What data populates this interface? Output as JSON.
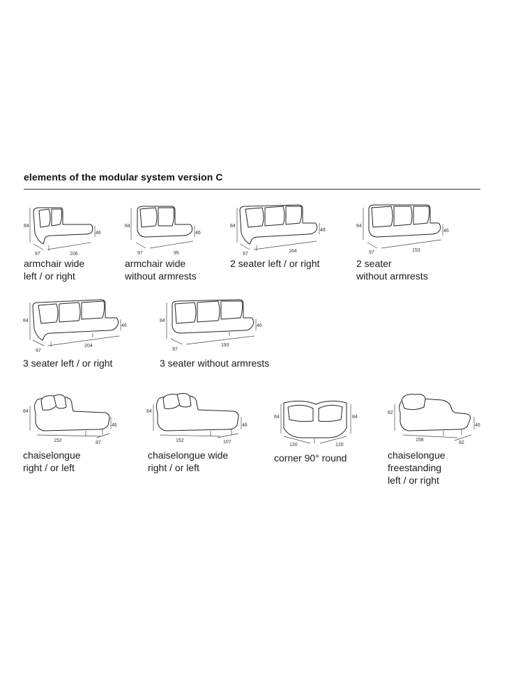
{
  "section_title": "elements of the modular system version C",
  "items": [
    {
      "caption": [
        "armchair wide",
        "left / or right"
      ],
      "dims": {
        "h": "84",
        "seat": "46",
        "depth": "97",
        "width": "106"
      }
    },
    {
      "caption": [
        "armchair wide",
        "without armrests"
      ],
      "dims": {
        "h": "84",
        "seat": "46",
        "depth": "97",
        "width": "95"
      }
    },
    {
      "caption": [
        "2 seater left / or right"
      ],
      "dims": {
        "h": "84",
        "seat": "46",
        "depth": "97",
        "width": "164"
      }
    },
    {
      "caption": [
        "2 seater",
        "without armrests"
      ],
      "dims": {
        "h": "84",
        "seat": "46",
        "depth": "97",
        "width": "153"
      }
    },
    {
      "caption": [
        "3 seater left / or right"
      ],
      "dims": {
        "h": "84",
        "seat": "46",
        "depth": "97",
        "width": "204"
      }
    },
    {
      "caption": [
        "3 seater without armrests"
      ],
      "dims": {
        "h": "84",
        "seat": "46",
        "depth": "97",
        "width": "193"
      }
    },
    {
      "caption": [
        "chaiselongue",
        "right / or left"
      ],
      "dims": {
        "h": "84",
        "seat": "46",
        "length": "152",
        "depth": "87"
      }
    },
    {
      "caption": [
        "chaiselongue wide",
        "right / or left"
      ],
      "dims": {
        "h": "84",
        "seat": "46",
        "length": "152",
        "depth": "107"
      }
    },
    {
      "caption": [
        "corner 90° round"
      ],
      "dims": {
        "h_left": "84",
        "h_right": "84",
        "left": "120",
        "right": "120"
      }
    },
    {
      "caption": [
        "chaiselongue",
        "freestanding",
        "left / or right"
      ],
      "dims": {
        "h": "82",
        "seat": "46",
        "length": "158",
        "depth": "82"
      }
    }
  ]
}
